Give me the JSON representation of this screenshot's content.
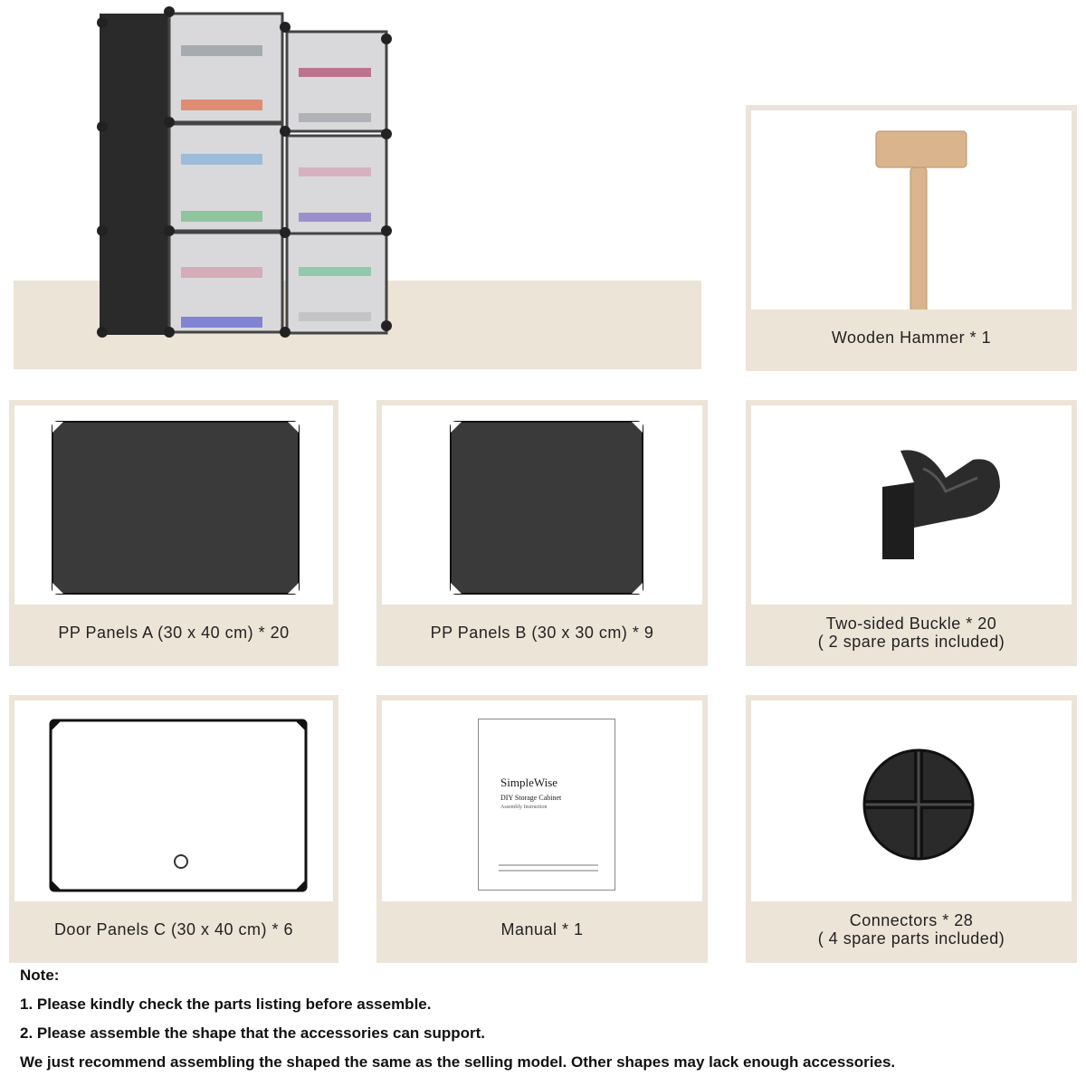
{
  "product": {
    "name": "shoe-cabinet-product-photo"
  },
  "items": [
    {
      "label": "Wooden Hammer * 1"
    },
    {
      "label": "PP Panels A (30 x 40 cm) * 20"
    },
    {
      "label": "PP Panels B (30 x 30 cm) * 9"
    },
    {
      "label": "Two-sided Buckle * 20",
      "sub": "( 2 spare parts included)"
    },
    {
      "label": "Door Panels C (30 x 40 cm) * 6"
    },
    {
      "label": "Manual * 1"
    },
    {
      "label": "Connectors * 28",
      "sub": "( 4 spare parts included)"
    }
  ],
  "manual": {
    "brand": "SimpleWise",
    "title": "DIY Storage Cabinet",
    "subtitle": "Assembly Instruction"
  },
  "notes": {
    "heading": "Note:",
    "lines": [
      "1. Please kindly check the parts listing before assemble.",
      "2. Please assemble the shape that the accessories can support.",
      "We just recommend assembling the shaped the same as the selling model. Other shapes may lack enough accessories."
    ]
  },
  "colors": {
    "panel_beige": "#ece4d7",
    "panel_dark": "#3a3a3a",
    "wood": "#d9b48c"
  }
}
